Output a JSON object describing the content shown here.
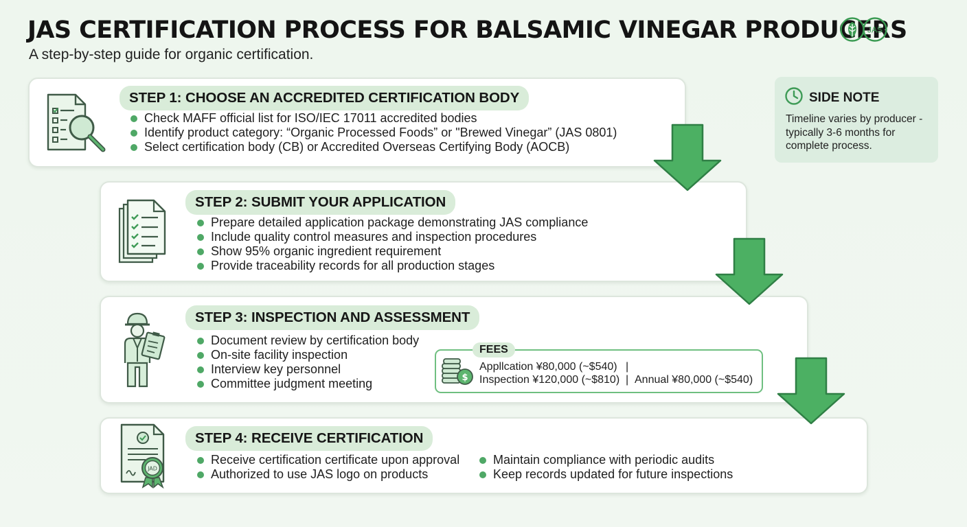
{
  "title": "JAS CERTIFICATION PROCESS FOR BALSAMIC VINEGAR PRODUCERS",
  "subtitle": "A step-by-step guide for organic certification.",
  "logo": {
    "text": "JAS",
    "color": "#3a9a52"
  },
  "colors": {
    "accent": "#4fa866",
    "arrow": "#4cb063",
    "head_bg": "#d9ecd9"
  },
  "steps": [
    {
      "heading": "STEP 1: CHOOSE AN ACCREDITED CERTIFICATION BODY",
      "icon": "checklist-magnifier-icon",
      "items": [
        "Check MAFF official list for ISO/IEC 17011 accredited bodies",
        "Identify product category: “Organic Processed Foods” or \"Brewed Vinegar” (JAS 0801)",
        "Select certification body (CB) or Accredited Overseas Certifying Body (AOCB)"
      ]
    },
    {
      "heading": "STEP 2: SUBMIT YOUR APPLICATION",
      "icon": "document-stack-icon",
      "items": [
        "Prepare detailed application package demonstrating JAS compliance",
        "Include quality control measures and inspection procedures",
        "Show 95% organic ingredient requirement",
        "Provide traceability records for all production stages"
      ]
    },
    {
      "heading": "STEP 3: INSPECTION AND ASSESSMENT",
      "icon": "inspector-icon",
      "items": [
        "Document review by certification body",
        "On-site facility inspection",
        "Interview key personnel",
        "Committee judgment meeting"
      ],
      "fees": {
        "label": "FEES",
        "application": "Appllcation ¥80,000 (~$540)",
        "inspection": "Inspection ¥120,000 (~$810)",
        "annual": "Annual ¥80,000 (~$540)",
        "separator": "|"
      }
    },
    {
      "heading": "STEP 4: RECEIVE CERTIFICATION",
      "icon": "certificate-icon",
      "seal_text": "JAD",
      "items_left": [
        "Receive certification certificate upon approval",
        "Authorized to use JAS logo on products"
      ],
      "items_right": [
        "Maintain compliance with periodic audits",
        "Keep records updated for future inspections"
      ]
    }
  ],
  "side_note": {
    "title": "SIDE NOTE",
    "text": "Timeline varies by producer - typically 3-6 months for complete process."
  }
}
